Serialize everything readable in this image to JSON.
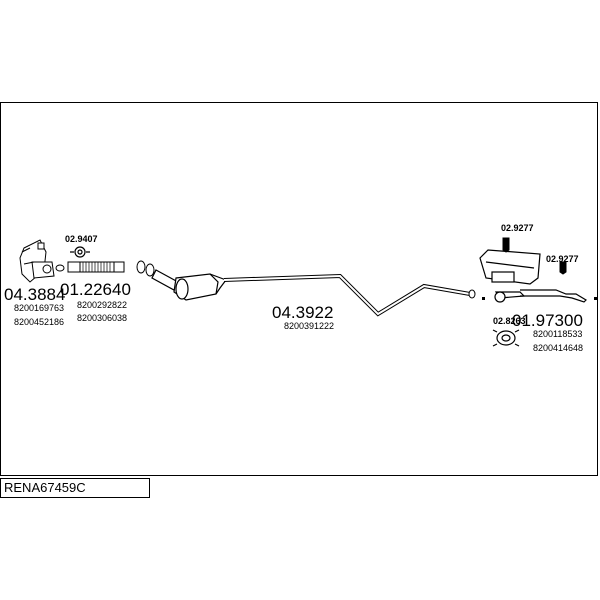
{
  "diagram": {
    "code": "RENA67459C",
    "parts": {
      "manifold_cat": {
        "number": "04.3884",
        "oe": [
          "8200169763",
          "8200452186"
        ]
      },
      "clamp_front": {
        "number": "02.9407"
      },
      "flex_pipe": {
        "number": "01.22640",
        "oe": [
          "8200292822",
          "8200306038"
        ]
      },
      "main_cat": {
        "number": "04.3922",
        "oe": [
          "8200391222"
        ]
      },
      "hanger_top": {
        "number": "02.9277"
      },
      "hanger_right": {
        "number": "02.9277"
      },
      "clamp_rear": {
        "number": "02.8263"
      },
      "rear_silencer": {
        "number": "01.97300",
        "oe": [
          "8200118533",
          "8200414648"
        ]
      }
    }
  }
}
